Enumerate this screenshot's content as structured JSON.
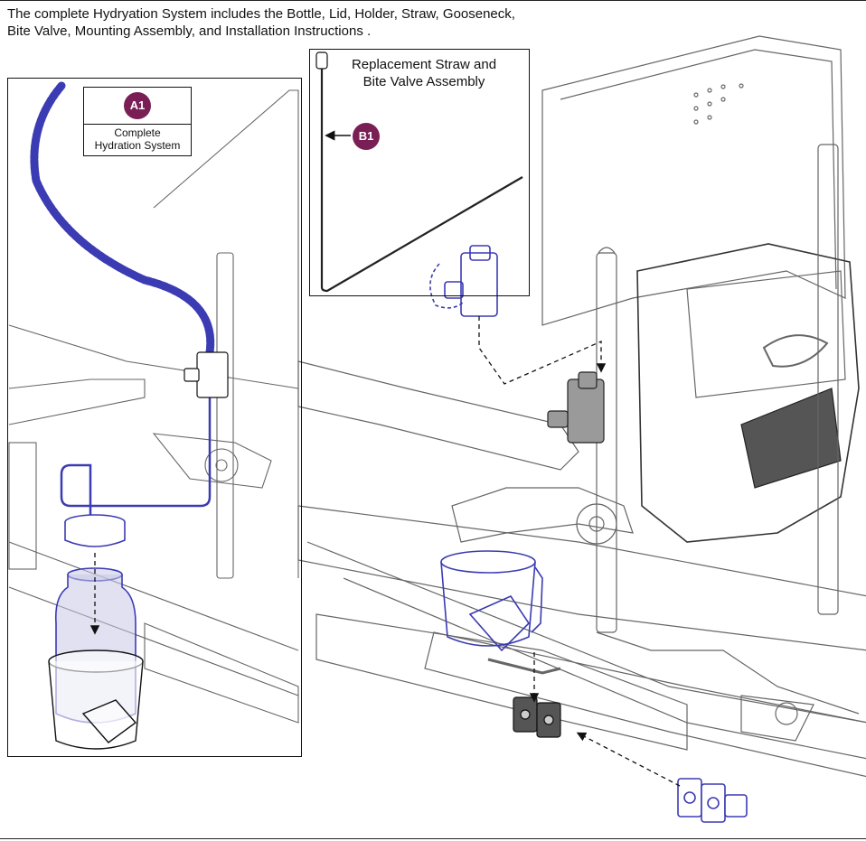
{
  "intro": {
    "line1": "The complete Hydryation System includes the Bottle, Lid, Holder, Straw, Gooseneck,",
    "line2": "Bite Valve, Mounting Assembly, and Installation Instructions ."
  },
  "callout_a1": {
    "badge": "A1",
    "label_line1": "Complete",
    "label_line2": "Hydration System"
  },
  "callout_b1": {
    "badge": "B1",
    "title_line1": "Replacement Straw and",
    "title_line2": "Bite Valve Assembly"
  },
  "colors": {
    "badge": "#7a1f55",
    "highlight_parts": "#3b3bb3",
    "line_art": "#555555"
  }
}
